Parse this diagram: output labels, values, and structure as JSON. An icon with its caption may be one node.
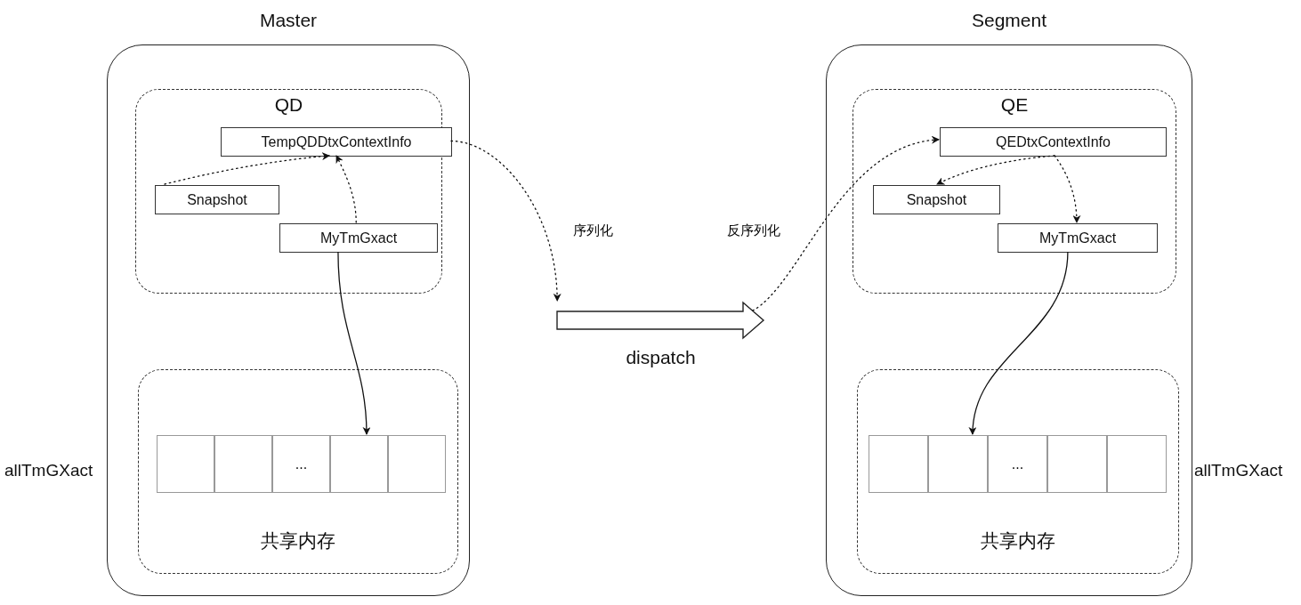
{
  "diagram": {
    "nodes": [
      {
        "text": [
          "Master"
        ]
      },
      {
        "text": [
          "QD"
        ],
        "in": 0
      },
      {
        "text": [
          "TempQDDtxContextInfo"
        ],
        "in": 1
      },
      {
        "text": [
          "Snapshot"
        ],
        "in": 1
      },
      {
        "text": [
          "MyTmGxact"
        ],
        "in": 1
      },
      {
        "text": [
          "共享内存"
        ],
        "in": 0
      },
      {
        "text": [],
        "shape": "box",
        "in": 5
      },
      {
        "text": [],
        "shape": "box",
        "in": 5
      },
      {
        "text": [
          "..."
        ],
        "in": 5
      },
      {
        "text": [],
        "shape": "box",
        "in": 5
      },
      {
        "text": [],
        "shape": "box",
        "in": 5
      },
      {
        "text": [],
        "shape": "arrow",
        "beside": [
          "dispatch"
        ]
      },
      {
        "text": [
          "Segment"
        ]
      },
      {
        "text": [
          "QE"
        ],
        "in": 12
      },
      {
        "text": [
          "QEDtxContextInfo"
        ],
        "in": 13
      },
      {
        "text": [
          "Snapshot"
        ],
        "in": 13
      },
      {
        "text": [
          "MyTmGxact"
        ],
        "in": 13
      },
      {
        "text": [
          "共享内存"
        ],
        "in": 12
      },
      {
        "text": [],
        "shape": "box",
        "in": 17
      },
      {
        "text": [],
        "shape": "box",
        "in": 17
      },
      {
        "text": [
          "..."
        ],
        "in": 17
      },
      {
        "text": [],
        "shape": "box",
        "in": 17
      },
      {
        "text": [],
        "shape": "box",
        "in": 17
      }
    ],
    "edges": [
      {
        "from": 3,
        "to": 2,
        "arrow": "to",
        "style": "dashed"
      },
      {
        "from": 4,
        "to": 2,
        "arrow": "to",
        "style": "dashed"
      },
      {
        "from": 2,
        "to": 11,
        "arrow": "to",
        "style": "dashed",
        "label": "序列化"
      },
      {
        "from": 11,
        "to": 14,
        "arrow": "to",
        "style": "dashed",
        "label": "反序列化"
      },
      {
        "from": 14,
        "to": 15,
        "arrow": "to",
        "style": "dashed"
      },
      {
        "from": 14,
        "to": 16,
        "arrow": "to",
        "style": "dashed"
      },
      {
        "from": 4,
        "to": 9,
        "arrow": "to"
      },
      {
        "from": 16,
        "to": 19,
        "arrow": "to"
      }
    ],
    "labels": [
      "allTmGXact",
      "allTmGXact"
    ]
  }
}
